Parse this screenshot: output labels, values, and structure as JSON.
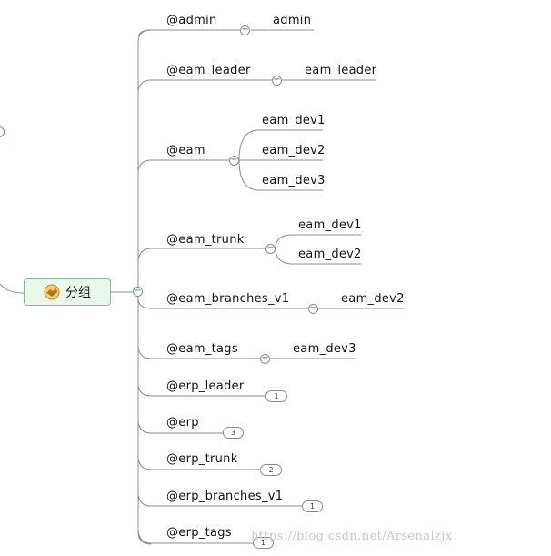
{
  "root": {
    "label": "分组",
    "icon": "handshake-icon"
  },
  "groups": [
    {
      "id": "admin",
      "label": "@admin",
      "members": [
        "admin"
      ]
    },
    {
      "id": "eam_leader",
      "label": "@eam_leader",
      "members": [
        "eam_leader"
      ]
    },
    {
      "id": "eam",
      "label": "@eam",
      "members": [
        "eam_dev1",
        "eam_dev2",
        "eam_dev3"
      ]
    },
    {
      "id": "eam_trunk",
      "label": "@eam_trunk",
      "members": [
        "eam_dev1",
        "eam_dev2"
      ]
    },
    {
      "id": "eam_branches_v1",
      "label": "@eam_branches_v1",
      "members": [
        "eam_dev2"
      ]
    },
    {
      "id": "eam_tags",
      "label": "@eam_tags",
      "members": [
        "eam_dev3"
      ]
    },
    {
      "id": "erp_leader",
      "label": "@erp_leader",
      "collapsed_count": "1"
    },
    {
      "id": "erp",
      "label": "@erp",
      "collapsed_count": "3"
    },
    {
      "id": "erp_trunk",
      "label": "@erp_trunk",
      "collapsed_count": "2"
    },
    {
      "id": "erp_branches_v1",
      "label": "@erp_branches_v1",
      "collapsed_count": "1"
    },
    {
      "id": "erp_tags",
      "label": "@erp_tags",
      "collapsed_count": "1"
    }
  ],
  "collapse_symbol": "−",
  "watermark": "https://blog.csdn.net/Arsenalzjx",
  "colors": {
    "connector": "#8c8c8c",
    "root_border": "#7ec08e",
    "root_fill": "#eaf7ec",
    "left_marker": "#5b8fd0"
  }
}
